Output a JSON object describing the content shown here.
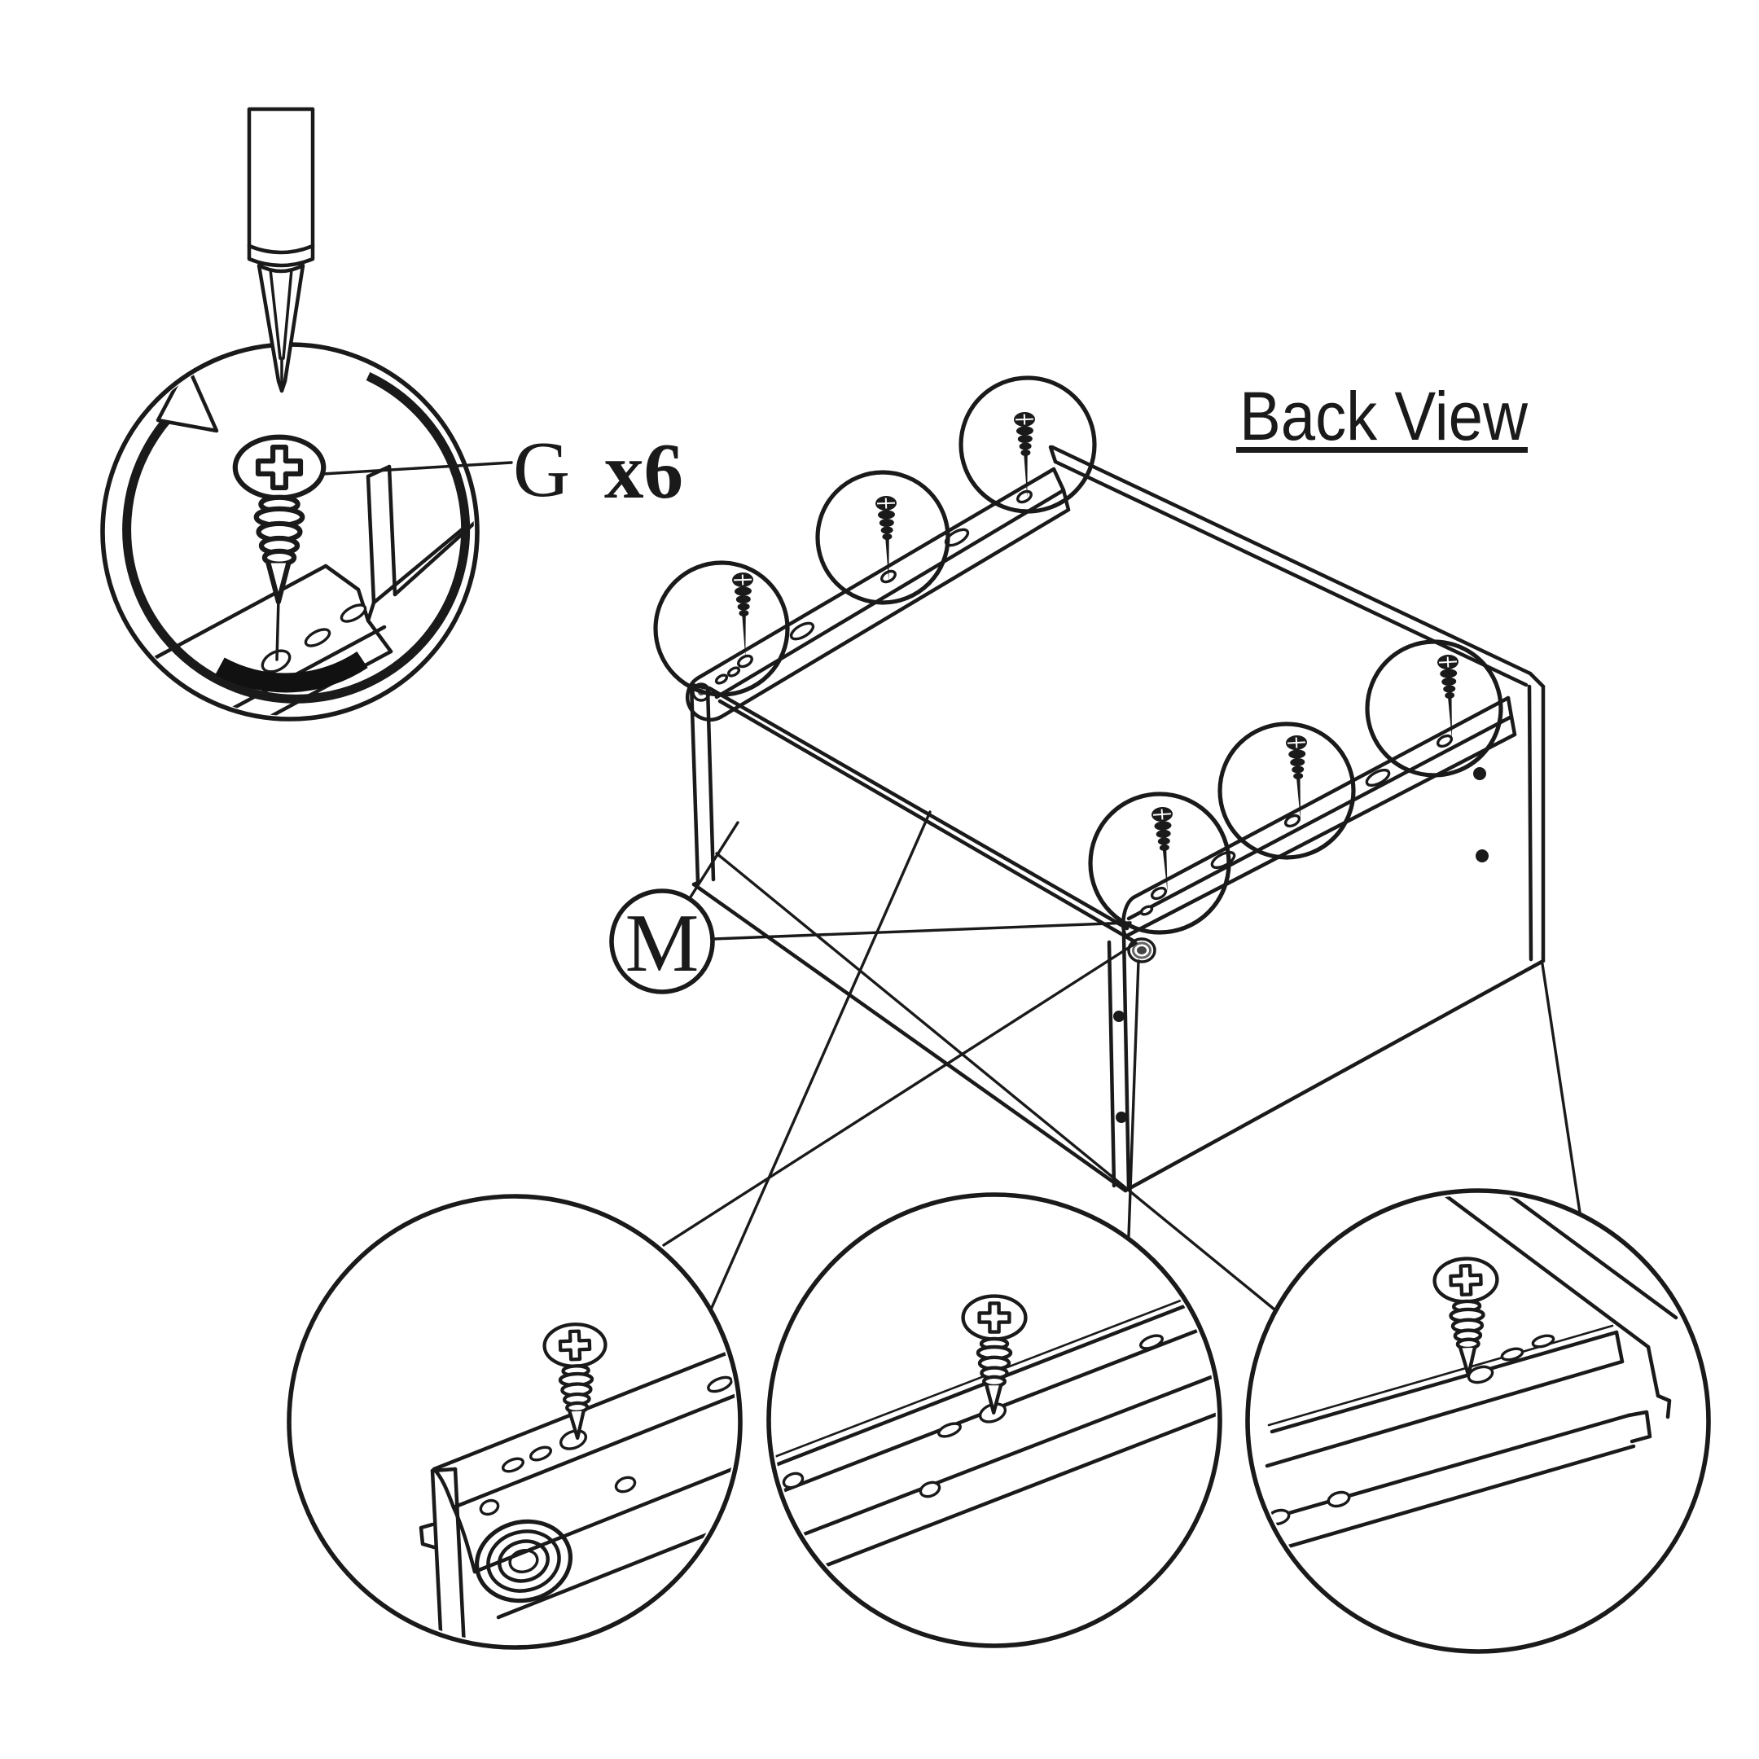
{
  "page": {
    "background": "#ffffff",
    "ink_color": "#1a1a1a"
  },
  "header": {
    "view_title": "Back View"
  },
  "callouts": {
    "hardware_label": "G",
    "hardware_quantity": "x6",
    "part_label": "M"
  },
  "drawing": {
    "screw_callout_count": 6,
    "detail_circle_count": 3,
    "icons": [
      "screwdriver-icon",
      "rotation-arrow-icon",
      "screw-icon",
      "drawer-slide-rail-icon",
      "roller-wheel-icon",
      "drawer-box-icon"
    ]
  }
}
